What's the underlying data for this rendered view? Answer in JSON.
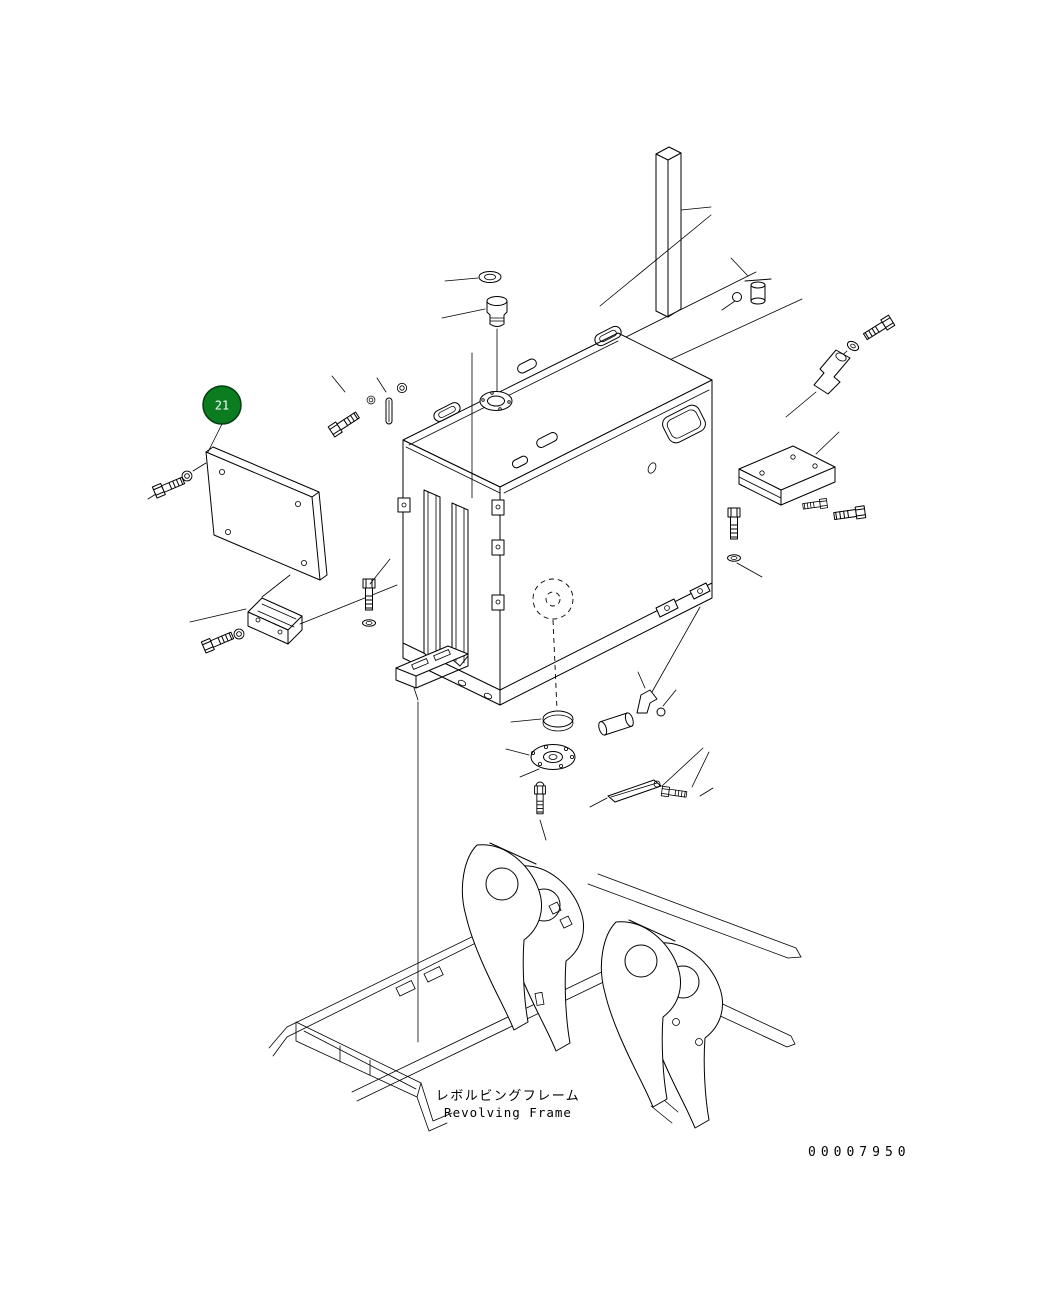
{
  "balloon": {
    "number": "21",
    "color": "#0b7c1f"
  },
  "labels": {
    "frame_label_jp": "レボルビングフレーム",
    "frame_label_en": "Revolving Frame",
    "doc_number": "00007950"
  },
  "colors": {
    "line": "#000000",
    "background": "#ffffff"
  }
}
